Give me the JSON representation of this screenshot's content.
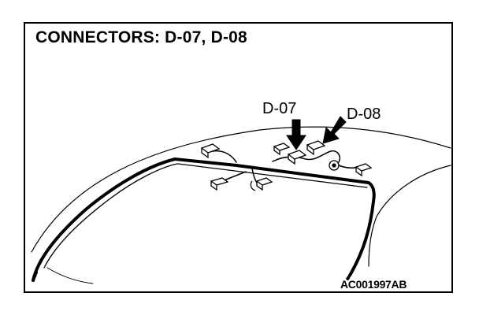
{
  "title": "CONNECTORS: D-07, D-08",
  "callouts": {
    "d07": "D-07",
    "d08": "D-08"
  },
  "figure_code": "AC001997AB",
  "icons": {
    "arrow_d07": "arrow-down-icon",
    "arrow_d08": "arrow-down-left-icon"
  },
  "colors": {
    "line": "#000000",
    "background": "#ffffff"
  }
}
